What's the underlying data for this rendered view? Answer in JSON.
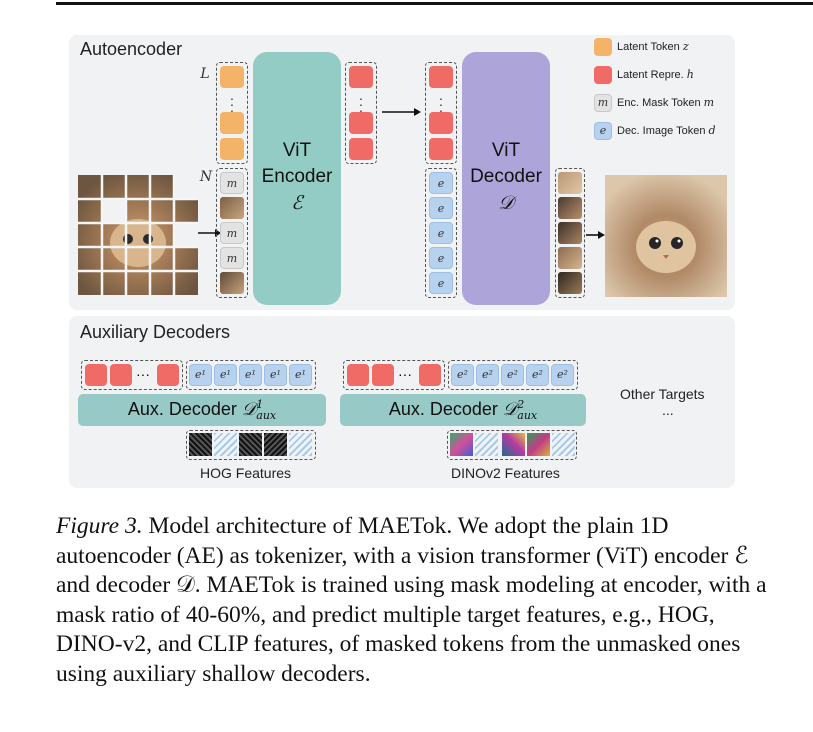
{
  "autoencoder": {
    "title": "Autoencoder",
    "label_L": "L",
    "label_N": "N",
    "mask_token_symbol": "m",
    "image_token_symbol": "e",
    "encoder_line1": "ViT",
    "encoder_line2": "Encoder",
    "encoder_symbol": "ℰ",
    "decoder_line1": "ViT",
    "decoder_line2": "Decoder",
    "decoder_symbol": "𝒟"
  },
  "legend": [
    {
      "text": "Latent Token ",
      "sym": "z",
      "color": "#f3b46a"
    },
    {
      "text": "Latent Repre. ",
      "sym": "h",
      "color": "#f06a66"
    },
    {
      "text": "Enc. Mask Token ",
      "sym": "m",
      "color": "#e3e3e3",
      "glyph": "m"
    },
    {
      "text": "Dec. Image Token ",
      "sym": "d",
      "color": "#b6d2ef",
      "glyph": "e"
    }
  ],
  "auxiliary": {
    "title": "Auxiliary Decoders",
    "dec1_text": "Aux. Decoder ",
    "dec1_sym": "𝒟",
    "dec1_sup": "1",
    "dec1_sub": "aux",
    "dec2_text": "Aux. Decoder ",
    "dec2_sym": "𝒟",
    "dec2_sup": "2",
    "dec2_sub": "aux",
    "token1": "e¹",
    "token2": "e²",
    "hog_label": "HOG Features",
    "dino_label": "DINOv2 Features",
    "other_line1": "Other Targets",
    "other_line2": "..."
  },
  "caption": {
    "figure_label": "Figure 3.",
    "text": " Model architecture of MAETok. We adopt the plain 1D autoencoder (AE) as tokenizer, with a vision transformer (ViT) encoder ℰ and decoder 𝒟. MAETok is trained using mask modeling at encoder, with a mask ratio of 40-60%, and predict multiple target features, e.g., HOG, DINO-v2, and CLIP features, of masked tokens from the unmasked ones using auxiliary shallow decoders."
  },
  "colors": {
    "latent_token": "#f3b46a",
    "latent_repr": "#f06a66",
    "mask_token": "#e3e3e3",
    "image_token": "#b6d2ef",
    "encoder": "#93ccc4",
    "decoder": "#ada4da",
    "aux_decoder": "#97c9c6"
  }
}
